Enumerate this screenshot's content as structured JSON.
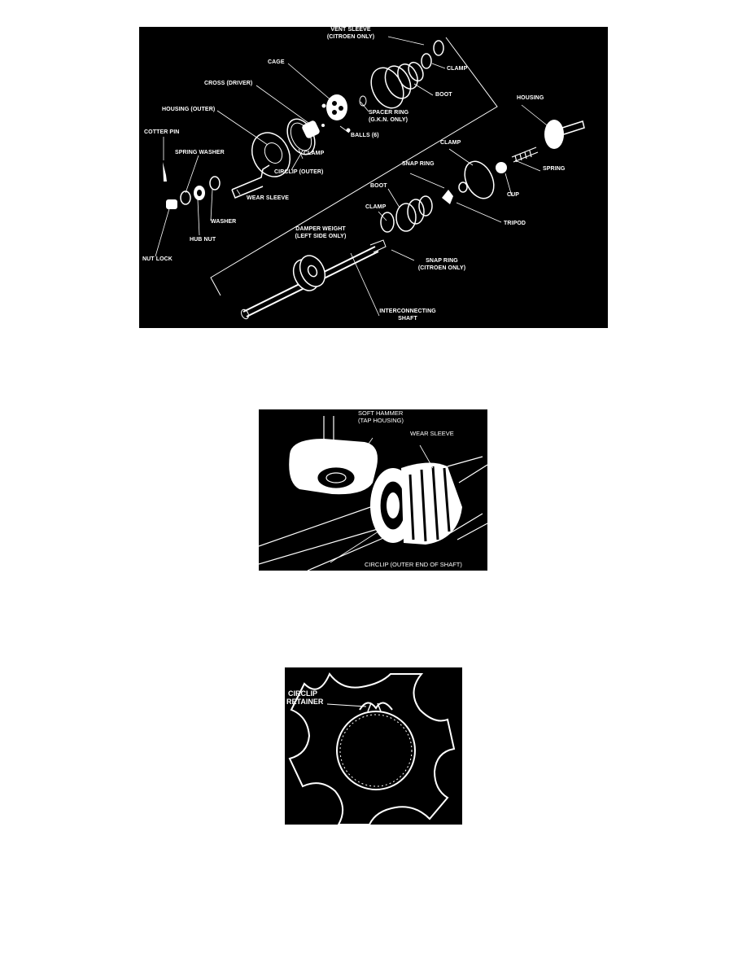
{
  "figure1": {
    "labels": {
      "vent_sleeve": "VENT SLEEVE",
      "vent_sleeve_note": "(CITROEN ONLY)",
      "cage": "CAGE",
      "clamp_top": "CLAMP",
      "cross_driver": "CROSS (DRIVER)",
      "boot_top": "BOOT",
      "housing_outer": "HOUSING (OUTER)",
      "spacer_ring": "SPACER RING",
      "spacer_ring_note": "(G.K.N. ONLY)",
      "housing": "HOUSING",
      "cotter_pin": "COTTER PIN",
      "balls": "BALLS (6)",
      "spring_washer": "SPRING WASHER",
      "clamp_mid": "CLAMP",
      "clamp_right": "CLAMP",
      "circlip_outer": "CIRCLIP (OUTER)",
      "spring": "SPRING",
      "snap_ring": "SNAP RING",
      "wear_sleeve": "WEAR SLEEVE",
      "cup": "CUP",
      "boot_mid": "BOOT",
      "washer": "WASHER",
      "tripod": "TRIPOD",
      "clamp_low": "CLAMP",
      "hub_nut": "HUB NUT",
      "damper_weight": "DAMPER WEIGHT",
      "damper_weight_note": "(LEFT SIDE ONLY)",
      "nut_lock": "NUT LOCK",
      "snap_ring_low": "SNAP RING",
      "snap_ring_low_note": "(CITROEN ONLY)",
      "interconnecting": "INTERCONNECTING",
      "shaft": "SHAFT"
    }
  },
  "figure2": {
    "labels": {
      "soft_hammer": "SOFT HAMMER",
      "tap_housing": "(TAP HOUSING)",
      "wear_sleeve": "WEAR SLEEVE",
      "circlip": "CIRCLIP (OUTER END OF SHAFT)"
    }
  },
  "figure3": {
    "labels": {
      "circlip": "CIRCLIP",
      "retainer": "RETAINER"
    }
  },
  "colors": {
    "background": "#000000",
    "ink": "#ffffff",
    "page": "#ffffff"
  }
}
